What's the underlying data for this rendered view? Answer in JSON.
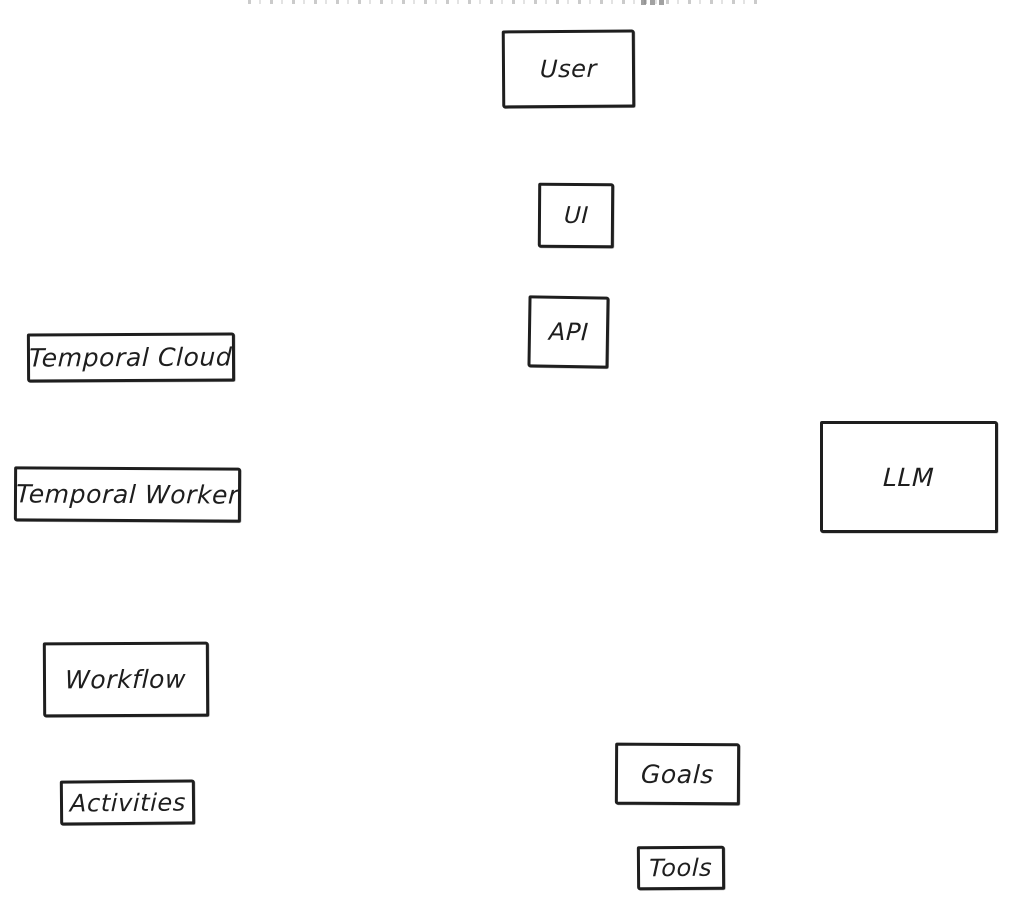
{
  "diagram": {
    "background_color": "#ffffff",
    "stroke_color": "#1e1e1e",
    "text_color": "#1e1e1e",
    "style": "hand-drawn-sketch",
    "nodes": [
      {
        "id": "user",
        "label": "User"
      },
      {
        "id": "ui",
        "label": "UI"
      },
      {
        "id": "api",
        "label": "API"
      },
      {
        "id": "temporal-cloud",
        "label": "Temporal Cloud"
      },
      {
        "id": "temporal-worker",
        "label": "Temporal Worker"
      },
      {
        "id": "llm",
        "label": "LLM"
      },
      {
        "id": "workflow",
        "label": "Workflow"
      },
      {
        "id": "activities",
        "label": "Activities"
      },
      {
        "id": "goals",
        "label": "Goals"
      },
      {
        "id": "tools",
        "label": "Tools"
      }
    ]
  }
}
